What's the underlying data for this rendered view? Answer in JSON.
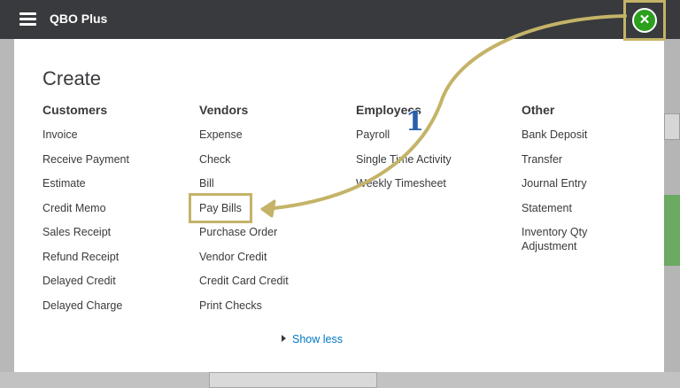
{
  "app": {
    "title": "QBO Plus"
  },
  "panel": {
    "title": "Create",
    "show_less": "Show less"
  },
  "columns": {
    "customers": {
      "heading": "Customers",
      "items": [
        "Invoice",
        "Receive Payment",
        "Estimate",
        "Credit Memo",
        "Sales Receipt",
        "Refund Receipt",
        "Delayed Credit",
        "Delayed Charge"
      ]
    },
    "vendors": {
      "heading": "Vendors",
      "items": [
        "Expense",
        "Check",
        "Bill",
        "Pay Bills",
        "Purchase Order",
        "Vendor Credit",
        "Credit Card Credit",
        "Print Checks"
      ]
    },
    "employees": {
      "heading": "Employees",
      "items": [
        "Payroll",
        "Single Time Activity",
        "Weekly Timesheet"
      ]
    },
    "other": {
      "heading": "Other",
      "items": [
        "Bank Deposit",
        "Transfer",
        "Journal Entry",
        "Statement",
        "Inventory Qty Adjustment"
      ]
    }
  },
  "annotation": {
    "step_number": "1",
    "highlight_color": "#c4b368",
    "number_color": "#2b5fa8"
  },
  "close": {
    "glyph": "✕"
  },
  "colors": {
    "topbar": "#393a3d",
    "accent_green": "#2ca01c",
    "link_blue": "#0077c5"
  }
}
